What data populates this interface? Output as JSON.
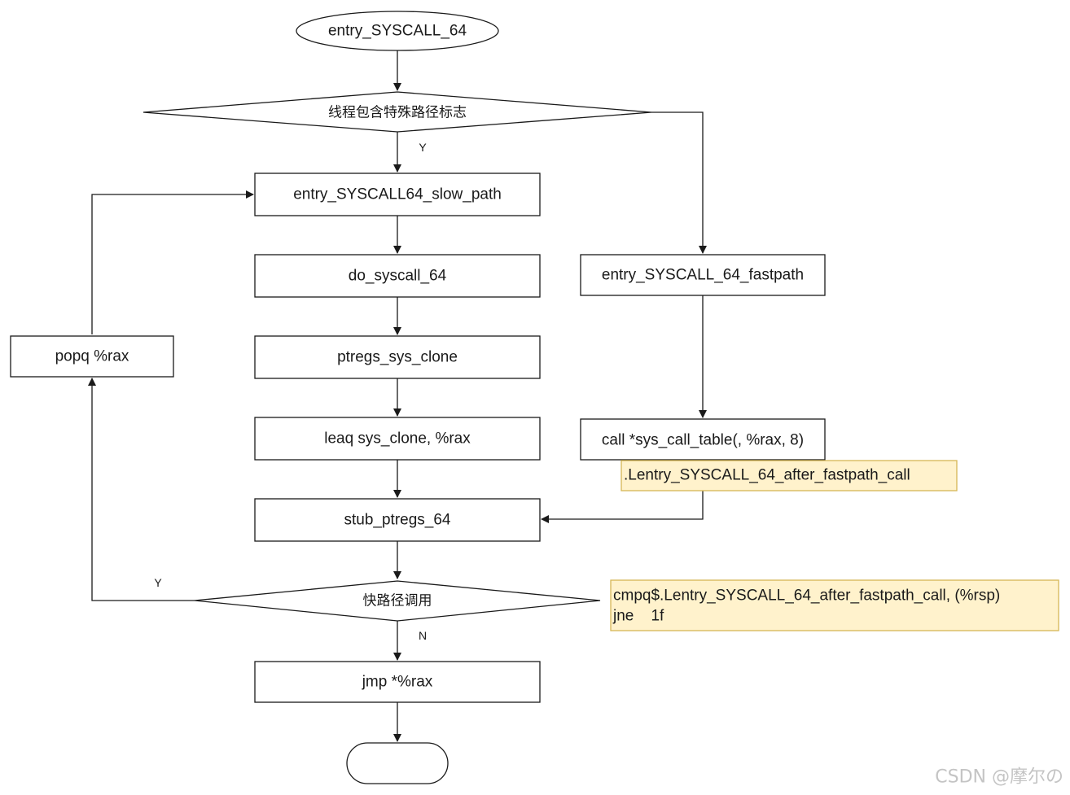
{
  "nodes": {
    "start": "entry_SYSCALL_64",
    "decision_flag": "线程包含特殊路径标志",
    "slow_path": "entry_SYSCALL64_slow_path",
    "do_syscall": "do_syscall_64",
    "ptregs_sys_clone": "ptregs_sys_clone",
    "leaq": "leaq sys_clone, %rax",
    "stub_ptregs": "stub_ptregs_64",
    "decision_fastpath": "快路径调用",
    "jmp": "jmp *%rax",
    "end": "",
    "popq": "popq %rax",
    "fastpath": "entry_SYSCALL_64_fastpath",
    "call_table": "call *sys_call_table(, %rax, 8)"
  },
  "notes": {
    "after_fastpath_call": ".Lentry_SYSCALL_64_after_fastpath_call",
    "cmpq_line1": "cmpq$.Lentry_SYSCALL_64_after_fastpath_call, (%rsp)",
    "cmpq_line2": "jne    1f"
  },
  "edge_labels": {
    "flag_yes": "Y",
    "fast_yes": "Y",
    "fast_no": "N"
  },
  "watermark": "CSDN @摩尔の",
  "colors": {
    "note_fill": "#fff2cc",
    "note_stroke": "#d6b656",
    "line": "#1a1a1a"
  }
}
